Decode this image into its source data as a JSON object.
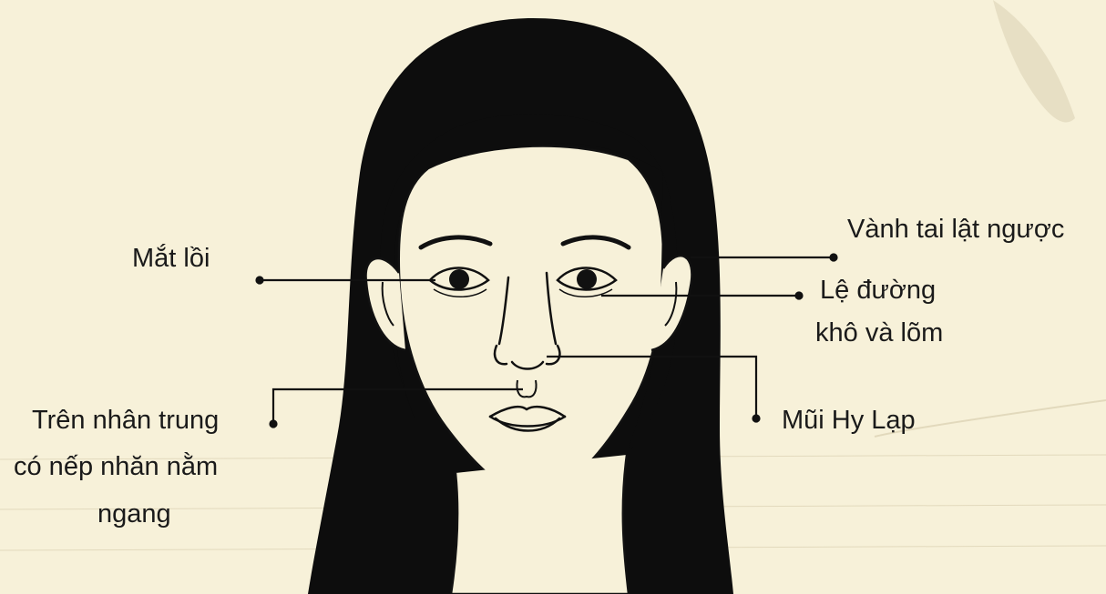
{
  "labels": {
    "mat_loi": "Mắt lồi",
    "vanh_tai": "Vành tai lật ngược",
    "le_duong_line1": "Lệ đường",
    "le_duong_line2": "khô và lõm",
    "mui_hy_lap": "Mũi Hy Lạp",
    "nhan_trung_line1": "Trên nhân trung",
    "nhan_trung_line2": "có nếp nhăn nằm",
    "nhan_trung_line3": "ngang"
  },
  "colors": {
    "paper": "#f7f1d9",
    "ink": "#111111",
    "bleed": "#d8cfb2"
  }
}
